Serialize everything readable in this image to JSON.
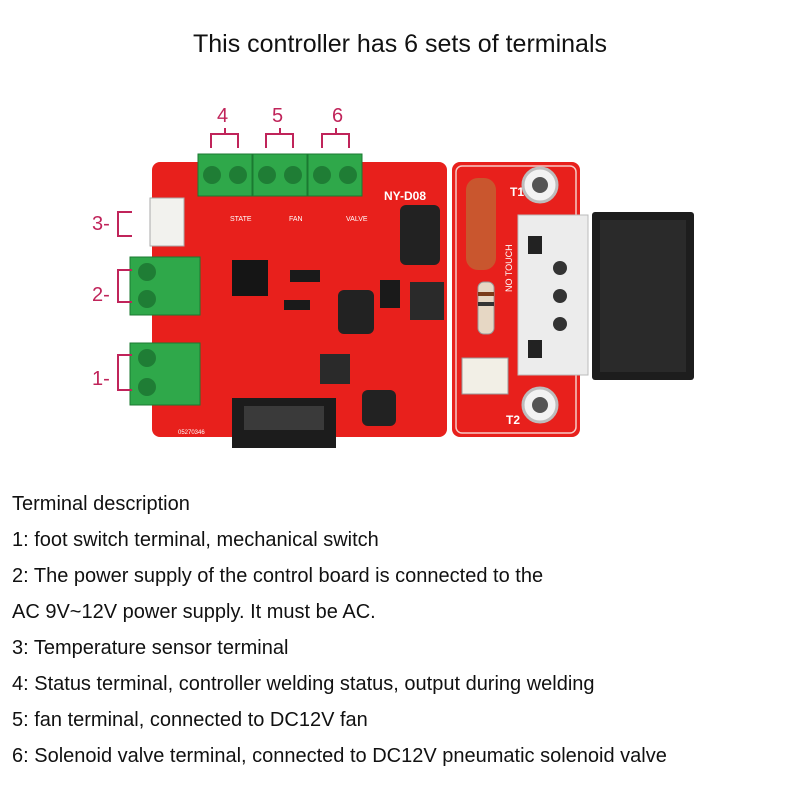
{
  "title": "This controller has 6 sets of terminals",
  "board": {
    "model": "NY-D08",
    "t1": "T1",
    "t2": "T2",
    "no_touch": "NO TOUCH",
    "pin_labels_top": [
      "4",
      "5",
      "6"
    ],
    "pin_labels_left": [
      "3-",
      "2-",
      "1-"
    ],
    "silk": {
      "state": "STATE",
      "fan": "FAN",
      "valve": "VALVE",
      "code": "05270346"
    },
    "colors": {
      "pcb": "#e8201c",
      "terminal": "#2fa84a",
      "label": "#c0245a"
    }
  },
  "description": {
    "heading": "Terminal description",
    "lines": [
      "1: foot switch terminal, mechanical switch",
      "2: The power supply of the control board is connected to the",
      "AC 9V~12V power supply. It must be AC.",
      "3: Temperature sensor terminal",
      "4: Status terminal, controller welding status, output during welding",
      "5: fan terminal, connected to DC12V fan",
      "6: Solenoid valve terminal, connected to DC12V pneumatic solenoid valve"
    ]
  }
}
